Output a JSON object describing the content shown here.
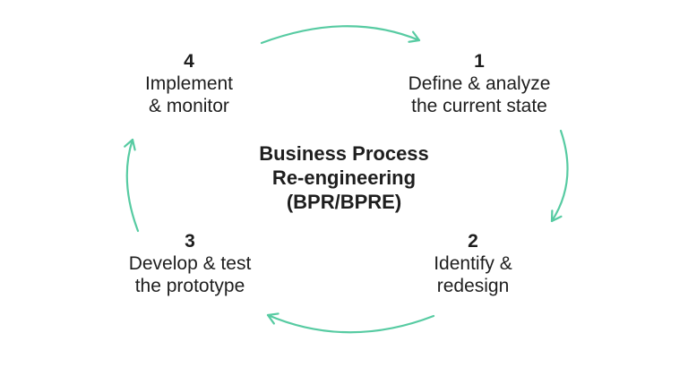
{
  "diagram": {
    "title": {
      "line1": "Business Process",
      "line2": "Re-engineering",
      "line3": "(BPR/BPRE)"
    },
    "steps": [
      {
        "number": "1",
        "line1": "Define & analyze",
        "line2": "the current state"
      },
      {
        "number": "2",
        "line1": "Identify &",
        "line2": "redesign"
      },
      {
        "number": "3",
        "line1": "Develop & test",
        "line2": "the prototype"
      },
      {
        "number": "4",
        "line1": "Implement",
        "line2": "& monitor"
      }
    ],
    "cycle_direction": "clockwise",
    "arrow_color": "#57cba2",
    "text_color": "#1e1e1e",
    "background_color": "#ffffff"
  }
}
